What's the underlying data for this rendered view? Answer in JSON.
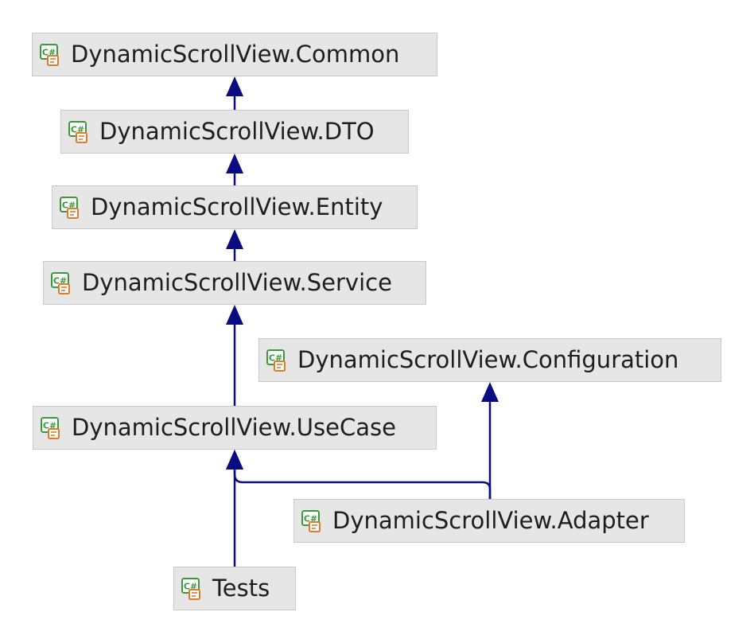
{
  "nodes": [
    {
      "id": "common",
      "label": "DynamicScrollView.Common",
      "icon": "csharp-project-icon"
    },
    {
      "id": "dto",
      "label": "DynamicScrollView.DTO",
      "icon": "csharp-project-icon"
    },
    {
      "id": "entity",
      "label": "DynamicScrollView.Entity",
      "icon": "csharp-project-icon"
    },
    {
      "id": "service",
      "label": "DynamicScrollView.Service",
      "icon": "csharp-project-icon"
    },
    {
      "id": "configuration",
      "label": "DynamicScrollView.Configuration",
      "icon": "csharp-project-icon"
    },
    {
      "id": "usecase",
      "label": "DynamicScrollView.UseCase",
      "icon": "csharp-project-icon"
    },
    {
      "id": "adapter",
      "label": "DynamicScrollView.Adapter",
      "icon": "csharp-project-icon"
    },
    {
      "id": "tests",
      "label": "Tests",
      "icon": "csharp-project-icon"
    }
  ],
  "edges": [
    {
      "from": "dto",
      "to": "common"
    },
    {
      "from": "entity",
      "to": "dto"
    },
    {
      "from": "service",
      "to": "entity"
    },
    {
      "from": "usecase",
      "to": "service"
    },
    {
      "from": "adapter",
      "to": "usecase"
    },
    {
      "from": "adapter",
      "to": "configuration"
    },
    {
      "from": "tests",
      "to": "usecase"
    }
  ],
  "colors": {
    "edge": "#0a0a82",
    "node_bg": "#e6e6e6",
    "node_border": "#c8c8c8",
    "icon_green": "#3a9a3a",
    "icon_orange": "#e07b2a"
  }
}
